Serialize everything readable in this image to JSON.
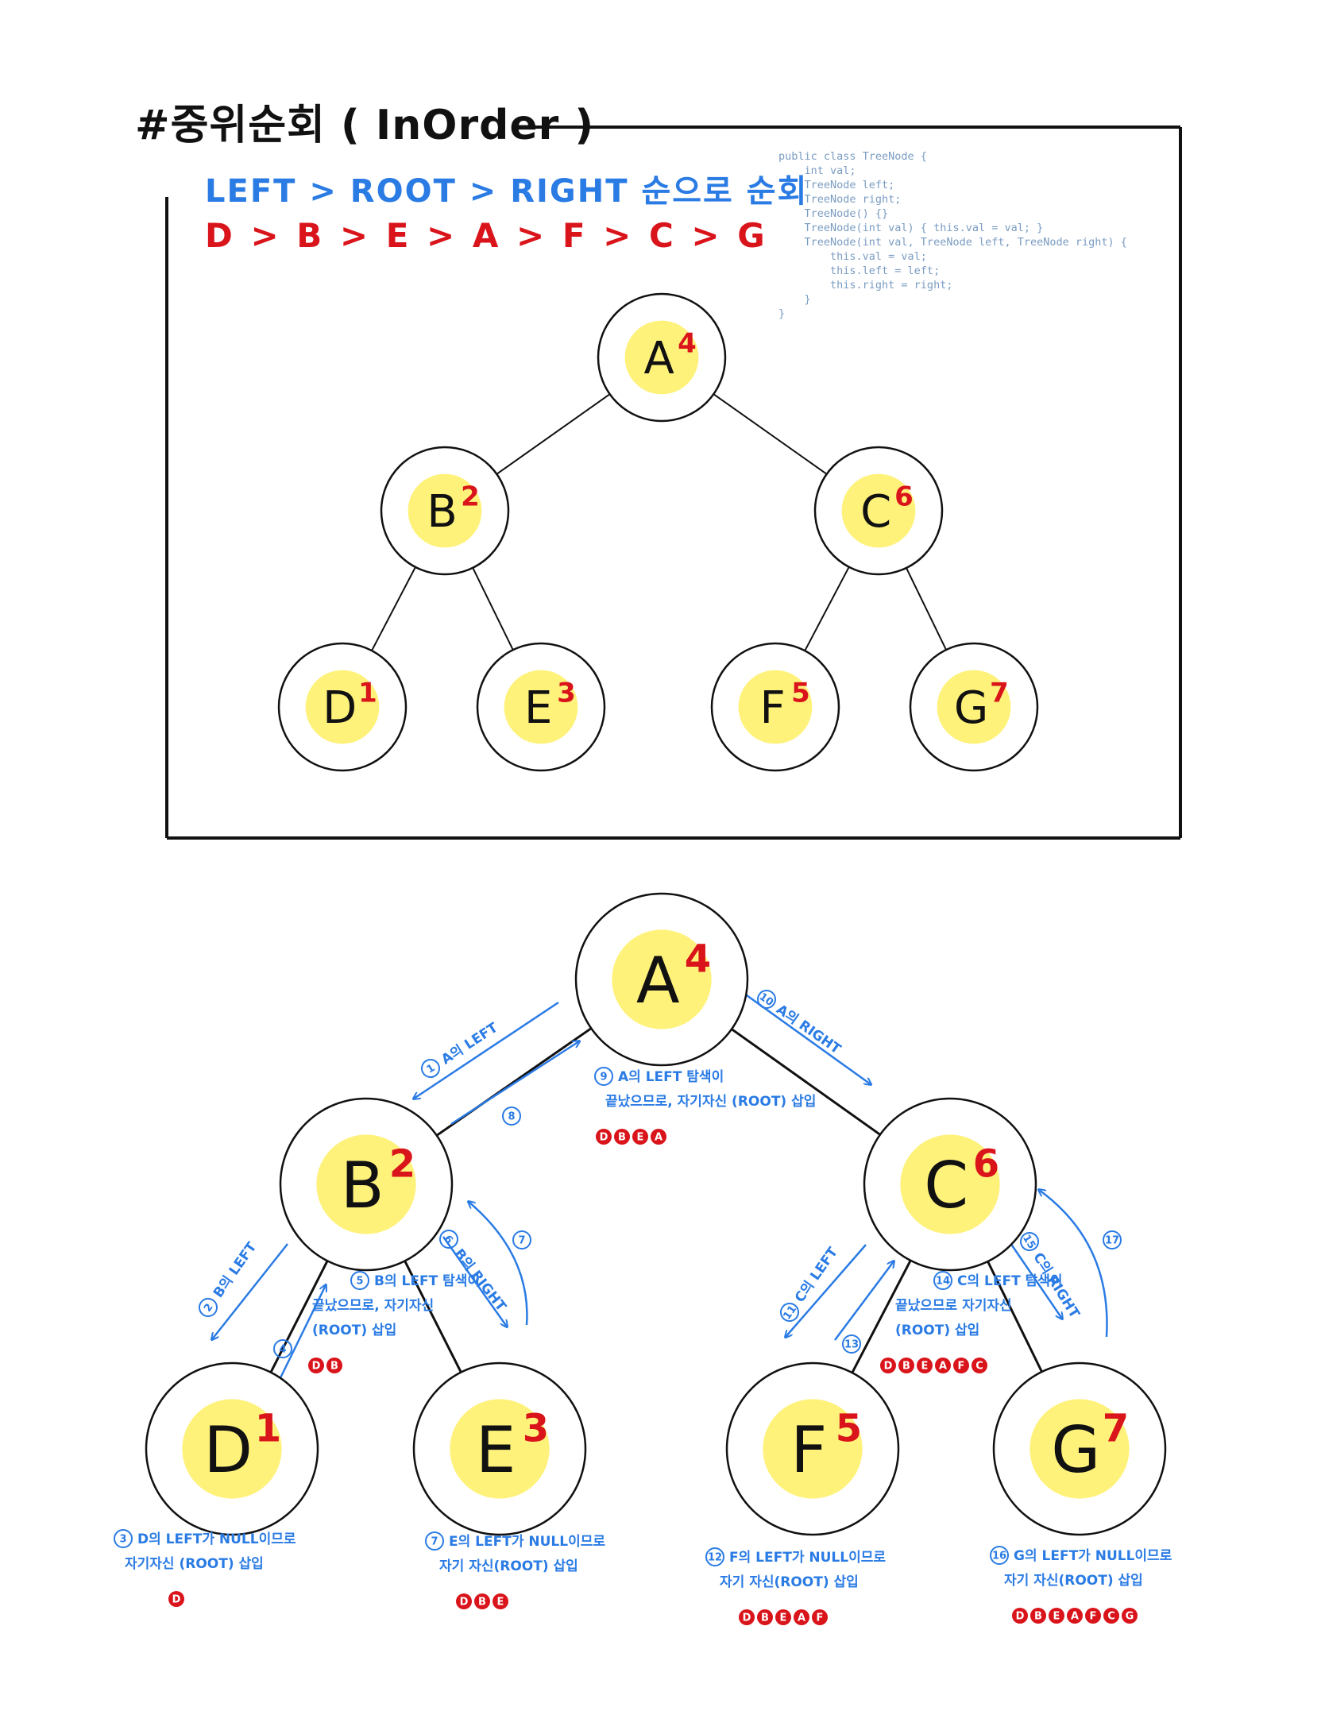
{
  "header": {
    "hash": "#",
    "title": "중위순회 ( InOrder )",
    "order_rule": "LEFT > ROOT > RIGHT 순으로 순회",
    "sequence": "D > B > E > A > F > C > G"
  },
  "code_snippet": "public class TreeNode {\n    int val;\n    TreeNode left;\n    TreeNode right;\n    TreeNode() {}\n    TreeNode(int val) { this.val = val; }\n    TreeNode(int val, TreeNode left, TreeNode right) {\n        this.val = val;\n        this.left = left;\n        this.right = right;\n    }\n}",
  "colors": {
    "node_fill": "#fff27a",
    "order_number": "#d9141b",
    "annotation": "#2a7be4",
    "badge": "#d9141b",
    "stroke": "#111111"
  },
  "tree": {
    "nodes": [
      {
        "id": "A",
        "order": "4"
      },
      {
        "id": "B",
        "order": "2"
      },
      {
        "id": "C",
        "order": "6"
      },
      {
        "id": "D",
        "order": "1"
      },
      {
        "id": "E",
        "order": "3"
      },
      {
        "id": "F",
        "order": "5"
      },
      {
        "id": "G",
        "order": "7"
      }
    ],
    "edges": [
      [
        "A",
        "B"
      ],
      [
        "A",
        "C"
      ],
      [
        "B",
        "D"
      ],
      [
        "B",
        "E"
      ],
      [
        "C",
        "F"
      ],
      [
        "C",
        "G"
      ]
    ]
  },
  "steps": [
    {
      "id": "s1",
      "num": "1",
      "lines": [
        "A의 LEFT"
      ]
    },
    {
      "id": "s2",
      "num": "2",
      "lines": [
        "B의 LEFT"
      ]
    },
    {
      "id": "s3",
      "num": "3",
      "lines": [
        "D의 LEFT가 NULL이므로",
        "자기자신 (ROOT) 삽입"
      ],
      "badges": [
        "D"
      ]
    },
    {
      "id": "s4",
      "num": "4",
      "lines": []
    },
    {
      "id": "s5",
      "num": "5",
      "lines": [
        "B의 LEFT 탐색이",
        "끝났으므로, 자기자신",
        "(ROOT) 삽입"
      ],
      "badges": [
        "D",
        "B"
      ]
    },
    {
      "id": "s6",
      "num": "6",
      "lines": [
        "B의 RIGHT"
      ]
    },
    {
      "id": "s7",
      "num": "7",
      "lines": [
        "E의 LEFT가 NULL이므로",
        "자기 자신(ROOT) 삽입"
      ],
      "badges": [
        "D",
        "B",
        "E"
      ]
    },
    {
      "id": "s7b",
      "num": "7",
      "lines": []
    },
    {
      "id": "s8",
      "num": "8",
      "lines": []
    },
    {
      "id": "s9",
      "num": "9",
      "lines": [
        "A의 LEFT 탐색이",
        "끝났으므로, 자기자신 (ROOT) 삽입"
      ],
      "badges": [
        "D",
        "B",
        "E",
        "A"
      ]
    },
    {
      "id": "s10",
      "num": "10",
      "lines": [
        "A의 RIGHT"
      ]
    },
    {
      "id": "s11",
      "num": "11",
      "lines": [
        "C의 LEFT"
      ]
    },
    {
      "id": "s12",
      "num": "12",
      "lines": [
        "F의 LEFT가 NULL이므로",
        "자기 자신(ROOT) 삽입"
      ],
      "badges": [
        "D",
        "B",
        "E",
        "A",
        "F"
      ]
    },
    {
      "id": "s13",
      "num": "13",
      "lines": []
    },
    {
      "id": "s14",
      "num": "14",
      "lines": [
        "C의 LEFT 탐색이",
        "끝났으므로 자기자신",
        "(ROOT) 삽입"
      ],
      "badges": [
        "D",
        "B",
        "E",
        "A",
        "F",
        "C"
      ]
    },
    {
      "id": "s15",
      "num": "15",
      "lines": [
        "C의 RIGHT"
      ]
    },
    {
      "id": "s16",
      "num": "16",
      "lines": [
        "G의 LEFT가 NULL이므로",
        "자기 자신(ROOT) 삽입"
      ],
      "badges": [
        "D",
        "B",
        "E",
        "A",
        "F",
        "C",
        "G"
      ]
    },
    {
      "id": "s17",
      "num": "17",
      "lines": []
    }
  ]
}
